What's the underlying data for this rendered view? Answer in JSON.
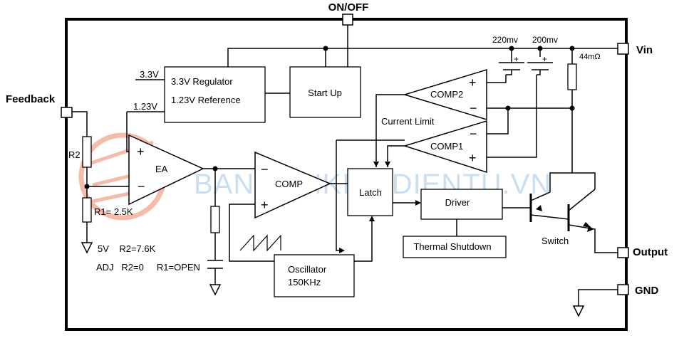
{
  "pins": {
    "on_off": "ON/OFF",
    "vin": "Vin",
    "feedback": "Feedback",
    "output": "Output",
    "gnd": "GND"
  },
  "blocks": {
    "regulator_line1": "3.3V Regulator",
    "regulator_line2": "1.23V Reference",
    "start_up": "Start Up",
    "comp2": "COMP2",
    "comp1": "COMP1",
    "current_limit": "Current Limit",
    "ea": "EA",
    "comp": "COMP",
    "latch": "Latch",
    "driver": "Driver",
    "thermal_shutdown": "Thermal Shutdown",
    "oscillator_line1": "Oscillator",
    "oscillator_line2": "150KHz",
    "switch": "Switch"
  },
  "labels": {
    "v33": "3.3V",
    "v123": "1.23V",
    "mv220": "220mv",
    "mv200": "200mv",
    "res44": "44mΩ",
    "r2": "R2",
    "r1": "R1= 2.5K",
    "config_5v": "5V    R2=7.6K",
    "config_adj": "ADJ   R2=0     R1=OPEN",
    "plus": "+",
    "minus": "−"
  },
  "watermark": {
    "text": "BANLINHKIENDIENTU.VN",
    "color": "#b9d3ee",
    "logo_color": "#f2a58c"
  }
}
